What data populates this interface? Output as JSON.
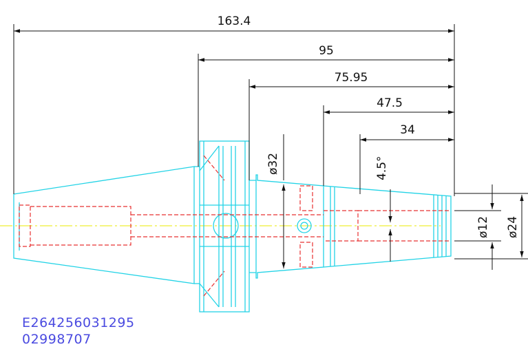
{
  "drawing": {
    "colors": {
      "outline": "#22d3e6",
      "hidden": "#e83030",
      "centerline": "#e8e800",
      "dimension": "#111111",
      "code_text": "#4a4ae0"
    },
    "dimensions": {
      "overall_length": "163.4",
      "flange_length": "95",
      "body_length": "75.95",
      "step_length": "47.5",
      "nose_length": "34",
      "taper_angle": "4.5°",
      "diameter_body": "ø32",
      "diameter_bore": "ø12",
      "diameter_nose": "ø24"
    },
    "code_line_1": "E264256031295",
    "code_line_2": "02998707"
  }
}
